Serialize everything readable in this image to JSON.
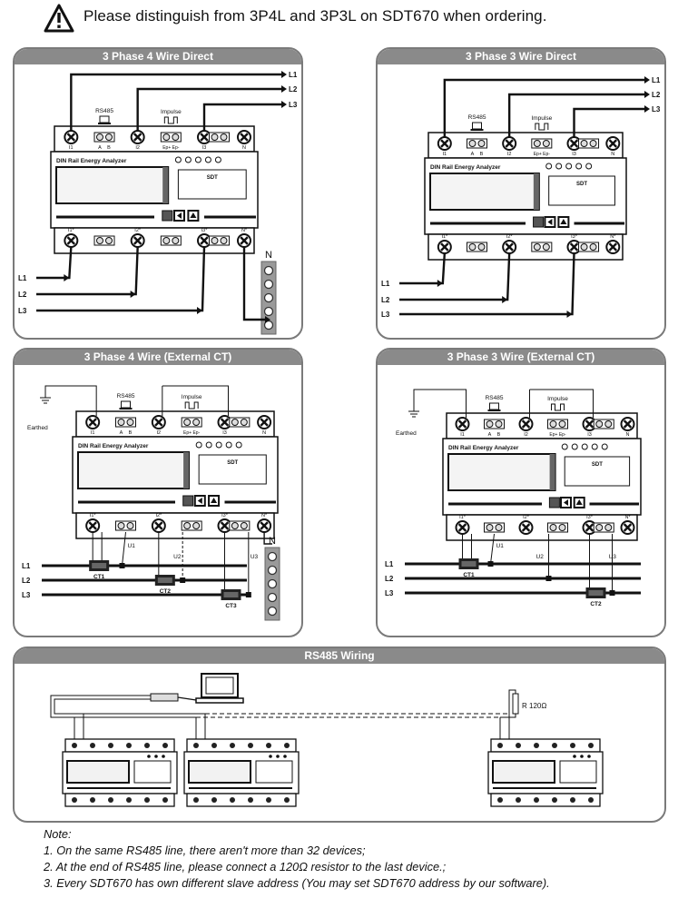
{
  "header": {
    "warning_text": "Please distinguish from 3P4L and 3P3L on SDT670 when ordering."
  },
  "meter": {
    "name": "DIN Rail Energy Analyzer",
    "brand": "SDT",
    "rs485": "RS485",
    "impulse": "Impulse",
    "term_a": "A",
    "term_b": "B",
    "term_ep": "Ep+ Ep-",
    "top_i1": "I1",
    "top_i2": "I2",
    "top_i3": "I3",
    "top_n": "N",
    "bot_i1": "I1*",
    "bot_i2": "I2*",
    "bot_i3": "I3*",
    "bot_n": "N*"
  },
  "lines": {
    "l1": "L1",
    "l2": "L2",
    "l3": "L3",
    "n": "N"
  },
  "ct": {
    "ct1": "CT1",
    "ct2": "CT2",
    "ct3": "CT3",
    "u1": "U1",
    "u2": "U2",
    "u3": "U3",
    "earthed": "Earthed"
  },
  "panels": {
    "p4w_direct": "3 Phase 4 Wire Direct",
    "p3w_direct": "3 Phase 3 Wire Direct",
    "p4w_ct": "3 Phase 4 Wire (External CT)",
    "p3w_ct": "3 Phase 3 Wire (External CT)",
    "rs485": "RS485 Wiring"
  },
  "rs485_wiring": {
    "resistor": "R 120Ω"
  },
  "note": {
    "title": "Note:",
    "items": [
      "1. On the same RS485 line, there aren't more than 32 devices;",
      "2. At the end of RS485 line, please connect a 120Ω resistor to the last device.;",
      "3. Every SDT670 has own different slave address (You may set SDT670 address by our software)."
    ]
  }
}
